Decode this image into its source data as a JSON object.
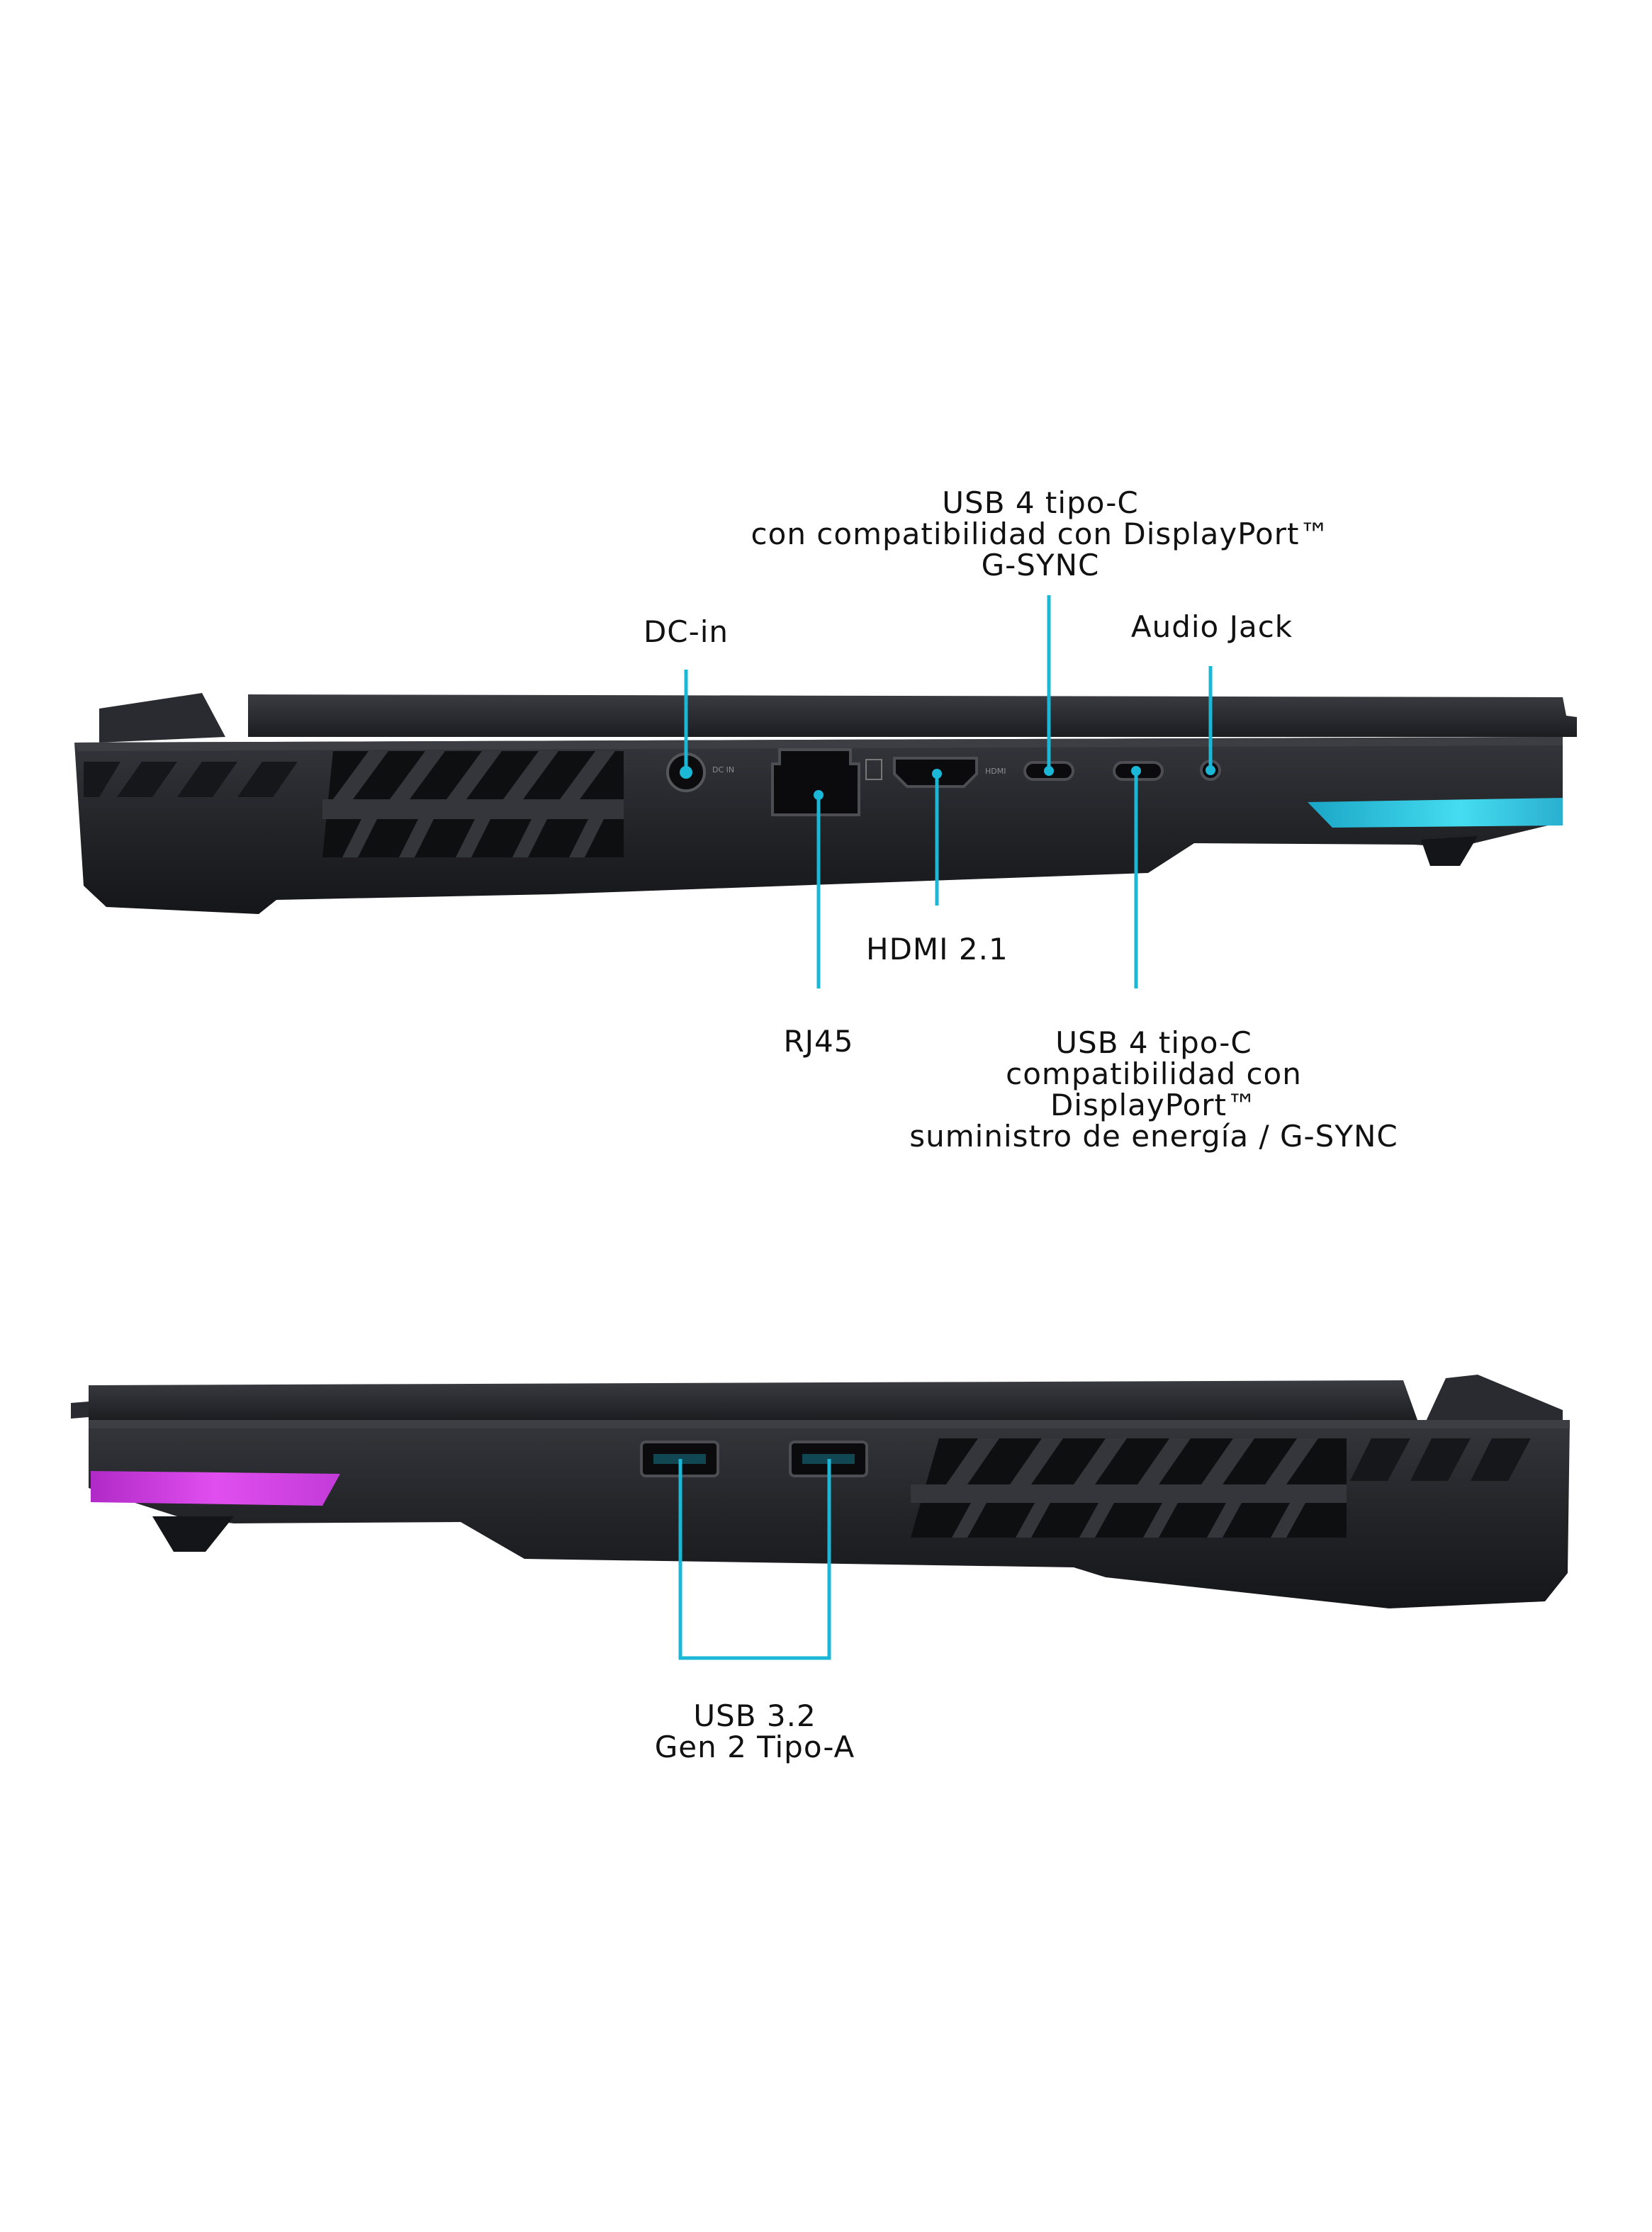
{
  "colors": {
    "background": "#ffffff",
    "chassis": "#1e1f22",
    "chassis_edge": "#2e3035",
    "callout_line": "#1ab8d6",
    "accent_light_cyan": "#3fd6e8",
    "accent_light_magenta": "#d43be0",
    "text": "#111111"
  },
  "top_view": {
    "labels": {
      "dc_in": "DC-in",
      "usb4_top": [
        "USB 4 tipo-C",
        "con compatibilidad con DisplayPort™",
        "G-SYNC"
      ],
      "audio_jack": "Audio Jack",
      "hdmi": "HDMI 2.1",
      "rj45": "RJ45",
      "usb4_bottom": [
        "USB 4 tipo-C",
        "compatibilidad con",
        "DisplayPort™",
        "suministro de energía / G-SYNC"
      ]
    },
    "port_icons": [
      "dc-in-port-icon",
      "rj45-port-icon",
      "hdmi-port-icon",
      "usb-c-port-icon",
      "usb-c-power-port-icon",
      "audio-jack-icon"
    ],
    "accent_light": "cyan"
  },
  "bottom_view": {
    "labels": {
      "usb_a": [
        "USB 3.2",
        "Gen 2 Tipo-A"
      ]
    },
    "port_icons": [
      "usb-a-port-icon",
      "usb-a-port-icon"
    ],
    "accent_light": "magenta"
  }
}
